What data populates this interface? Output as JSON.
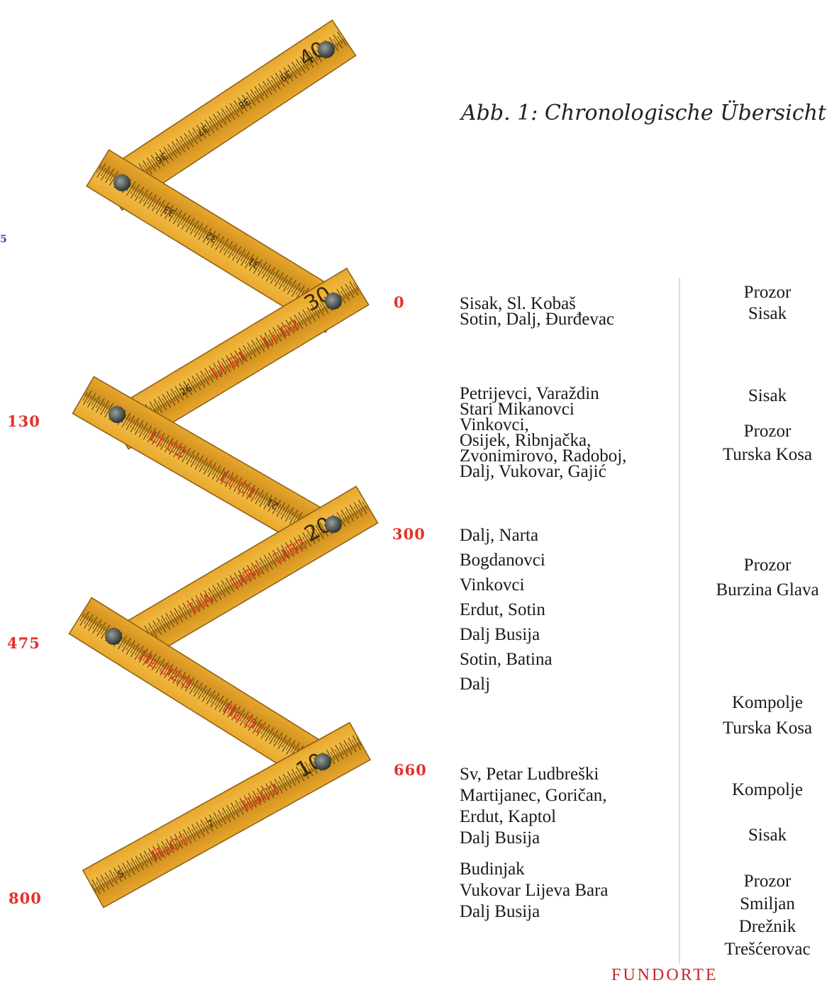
{
  "caption": "Abb. 1: Chronologische Übersicht",
  "stray_mark": "5",
  "bp_labels": {
    "b0": "0",
    "b130": "130",
    "b300": "300",
    "b475": "475",
    "b660": "660",
    "b800": "800"
  },
  "ruler": {
    "numbers": {
      "n40": "40",
      "n39": "39",
      "n38": "38",
      "n37": "37",
      "n36": "36",
      "n34": "34",
      "n33": "33",
      "n32": "32",
      "n31": "31",
      "n30": "30",
      "n26": "26",
      "n21": "21",
      "n20": "20",
      "n10": "10",
      "n7": "7",
      "n5": "5"
    },
    "phases": {
      "ltd1": "Lt D1",
      "ltd2": "Lt D2",
      "ltc2": "Lt C2",
      "ltc1": "Lt C1",
      "lta": "LtA",
      "ltb1": "LtB1",
      "ltb2": "LtB2",
      "had23": "Ha D2/3",
      "had1": "Ha D1",
      "hac2": "HaC2",
      "hac1": "HaC1"
    }
  },
  "sites_left": {
    "g1": [
      "Sisak, Sl. Kobaš",
      "Sotin, Dalj, Đurđevac"
    ],
    "g2": [
      "Petrijevci, Varaždin",
      "Stari Mikanovci",
      "Vinkovci,",
      "Osijek, Ribnjačka,",
      "Zvonimirovo, Radoboj,",
      "Dalj, Vukovar, Gajić"
    ],
    "g3": [
      "Dalj, Narta",
      "Bogdanovci",
      "Vinkovci",
      "Erdut, Sotin",
      "Dalj Busija",
      "Sotin, Batina",
      "Dalj"
    ],
    "g4": [
      "Sv, Petar Ludbreški",
      "Martijanec, Goričan,",
      "Erdut, Kaptol",
      "Dalj Busija"
    ],
    "g5": [
      "Budinjak",
      "Vukovar Lijeva Bara",
      "Dalj Busija"
    ]
  },
  "sites_right": {
    "r1": [
      "Prozor",
      "Sisak"
    ],
    "r2": [
      "Sisak"
    ],
    "r3": [
      "Prozor",
      "Turska Kosa"
    ],
    "r4": [
      "Prozor",
      "Burzina Glava"
    ],
    "r5": [
      "Kompolje",
      "Turska Kosa"
    ],
    "r6": [
      "Kompolje"
    ],
    "r7": [
      "Sisak"
    ],
    "r8": [
      "Prozor",
      "Smiljan",
      "Drežnik",
      "Trešćerovac"
    ]
  },
  "footer": "FUNDORTE"
}
